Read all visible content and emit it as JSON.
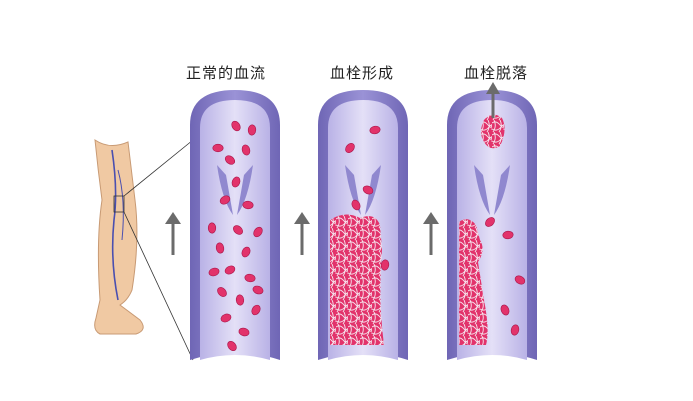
{
  "panels": [
    {
      "label": "正常的血流"
    },
    {
      "label": "血栓形成"
    },
    {
      "label": "血栓脱落"
    }
  ],
  "colors": {
    "vessel_wall": "#8a80c8",
    "vessel_inner": "#c9c3ee",
    "blood_cell": "#e2336b",
    "clot_white": "#f3e9f2",
    "arrow": "#6b6b6b",
    "leg_skin": "#f0c9a3"
  }
}
